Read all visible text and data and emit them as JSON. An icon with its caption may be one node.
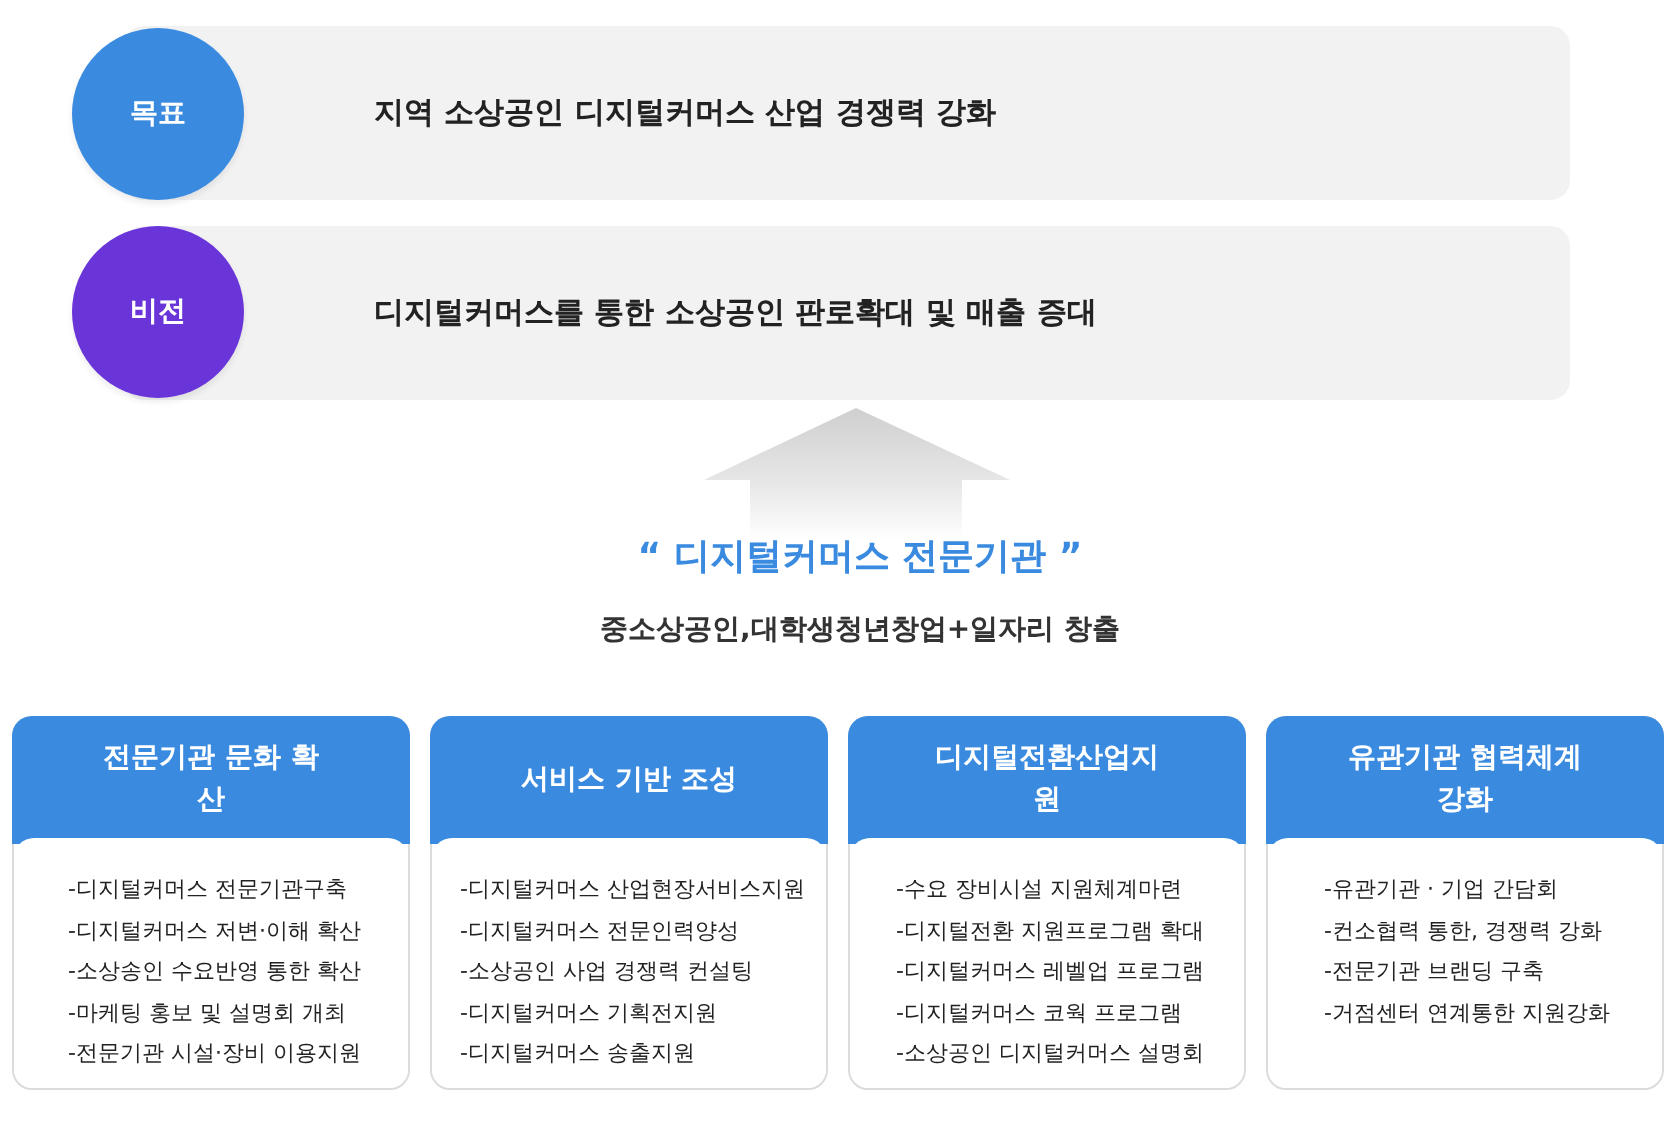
{
  "diagram": {
    "nodes": [
      {
        "text": [
          "목표"
        ]
      },
      {
        "text": [
          "지역 소상공인 디지털커머스 산업 경쟁력 강화"
        ]
      },
      {
        "text": [
          "비전"
        ]
      },
      {
        "text": [
          "디지털커머스를 통한 소상공인 판로확대 및 매출 증대"
        ]
      },
      {
        "text": [
          "“ 디지털커머스 전문기관 ”",
          "중소상공인,대학생청년창업+일자리 창출"
        ]
      },
      {
        "text": [
          "전문기관 문화 확산",
          "-디지털커머스 전문기관구축",
          "-디지털커머스 저변·이해 확산",
          "-소상송인 수요반영 통한 확산",
          "-마케팅 홍보 및 설명회 개최",
          "-전문기관 시설·장비 이용지원"
        ]
      },
      {
        "text": [
          "서비스 기반 조성",
          "-디지털커머스 산업현장서비스지원",
          "-디지털커머스 전문인력양성",
          "-소상공인 사업 경쟁력 컨설팅",
          "-디지털커머스 기획전지원",
          "-디지털커머스 송출지원"
        ]
      },
      {
        "text": [
          "디지털전환산업지원",
          "-수요 장비시설 지원체계마련",
          "-디지털전환 지원프로그램 확대",
          "-디지털커머스 레벨업 프로그램",
          "-디지털커머스 코웍 프로그램",
          "-소상공인 디지털커머스 설명회"
        ]
      },
      {
        "text": [
          "유관기관 협력체계 강화",
          "-유관기관 · 기업 간담회",
          "-컨소협력 통한, 경쟁력 강화",
          "-전문기관 브랜딩 구축",
          "-거점센터 연계통한 지원강화"
        ]
      }
    ],
    "edges": [
      {
        "from": 4,
        "to": 3,
        "arrow": "to"
      }
    ]
  }
}
